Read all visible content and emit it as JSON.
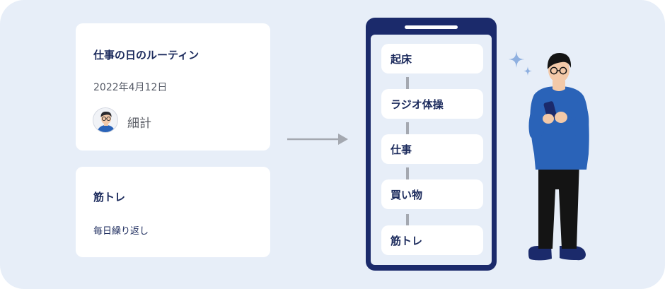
{
  "routine_card": {
    "title": "仕事の日のルーティン",
    "date": "2022年4月12日",
    "author": "細計"
  },
  "second_card": {
    "title": "筋トレ",
    "repeat": "毎日繰り返し"
  },
  "phone": {
    "steps": [
      "起床",
      "ラジオ体操",
      "仕事",
      "買い物",
      "筋トレ"
    ]
  },
  "colors": {
    "background_panel": "#e7eef8",
    "card": "#ffffff",
    "navy": "#1b2a6b",
    "text_navy": "#1b2a5c",
    "arrow_gray": "#a4a8b0",
    "sweater_blue": "#2a63b8"
  },
  "icons": [
    "avatar-icon",
    "arrow-right-icon",
    "sparkle-icon",
    "person-illustration"
  ]
}
